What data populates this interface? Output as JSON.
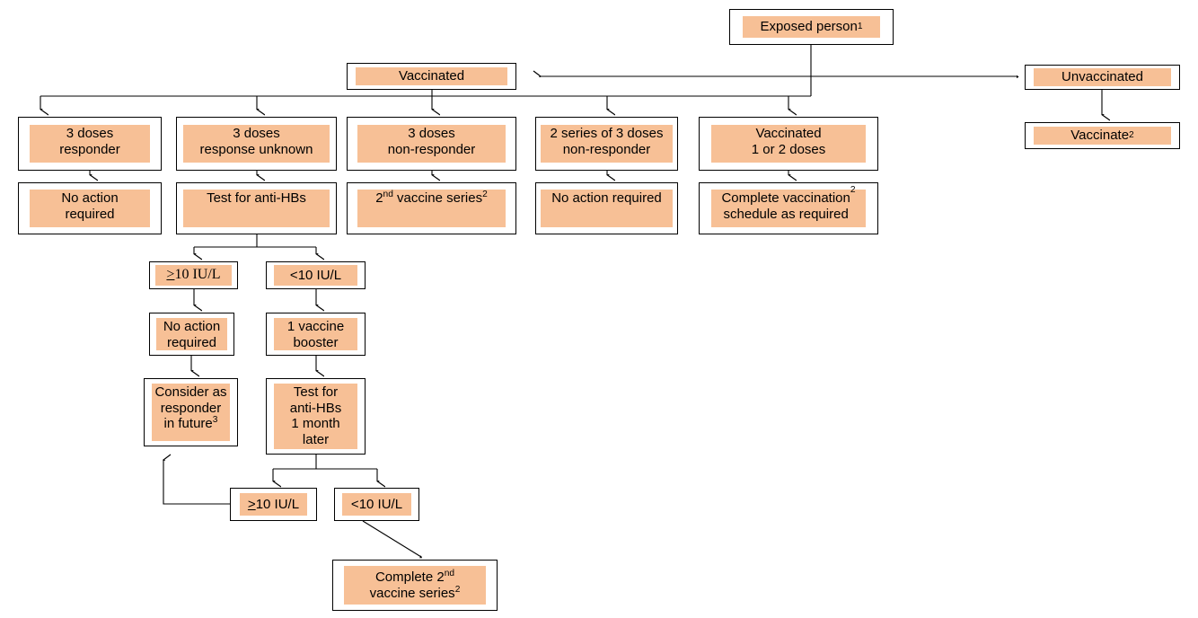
{
  "diagram": {
    "title": "Hepatitis B post-exposure management flowchart",
    "accent_color": "#F7C096",
    "line_color": "#000000",
    "background": "#FFFFFF"
  },
  "nodes": {
    "exposed_person": {
      "label": "Exposed person",
      "sup": "1"
    },
    "vaccinated": {
      "label": "Vaccinated",
      "sup": ""
    },
    "unvaccinated": {
      "label": "Unvaccinated",
      "sup": ""
    },
    "vaccinate": {
      "label": "Vaccinate",
      "sup": "2"
    },
    "doses3_responder": {
      "label": "3 doses\nresponder",
      "sup": ""
    },
    "doses3_unknown": {
      "label": "3 doses\nresponse unknown",
      "sup": ""
    },
    "doses3_nonresponder": {
      "label": "3 doses\nnon-responder",
      "sup": ""
    },
    "series2_nonresponder": {
      "label": "2 series of 3 doses\nnon-responder",
      "sup": ""
    },
    "vaccinated_1or2": {
      "label": "Vaccinated\n1 or 2 doses",
      "sup": ""
    },
    "no_action_1": {
      "label": "No action\nrequired",
      "sup": ""
    },
    "test_antihbs": {
      "label": "Test for anti-HBs",
      "sup": ""
    },
    "second_vaccine_series": {
      "label_pre": "2",
      "label_sup1": "nd",
      "label_mid": " vaccine series",
      "label_sup2": "2"
    },
    "no_action_2": {
      "label": "No action required",
      "sup": ""
    },
    "complete_vaccination": {
      "label": "Complete vaccination\nschedule as required",
      "sup": "2"
    },
    "ge10_a": {
      "label": "10 IU/L",
      "op": ">"
    },
    "lt10_a": {
      "label": "10 IU/L",
      "op": "<"
    },
    "no_action_3": {
      "label": "No action\nrequired",
      "sup": ""
    },
    "booster": {
      "label": "1 vaccine\nbooster",
      "sup": ""
    },
    "consider_responder": {
      "label": "Consider  as\nresponder\nin future",
      "sup": "3"
    },
    "test_antihbs_1month": {
      "label": "Test for\nanti-HBs\n1 month\nlater",
      "sup": ""
    },
    "ge10_b": {
      "label": "10 IU/L",
      "op": ">"
    },
    "lt10_b": {
      "label": "10 IU/L",
      "op": "<"
    },
    "complete_second_series": {
      "label_pre": "Complete 2",
      "label_sup1": "nd",
      "label_mid": "\nvaccine series",
      "label_sup2": "2"
    }
  }
}
